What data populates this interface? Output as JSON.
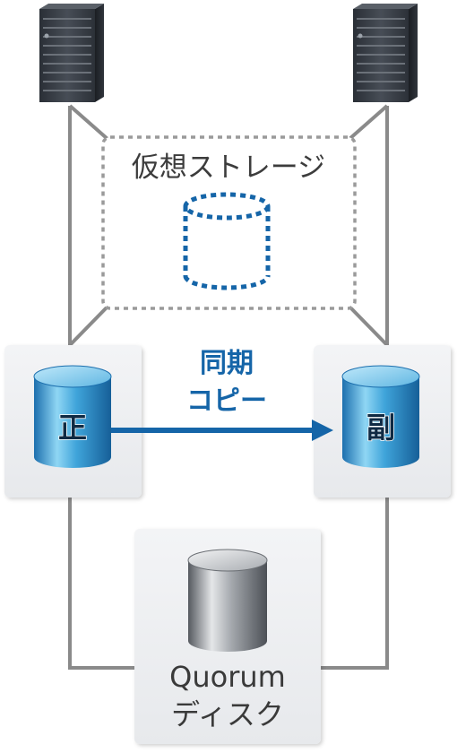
{
  "virtual_storage": {
    "label": "仮想ストレージ"
  },
  "sync_copy": {
    "line1": "同期",
    "line2": "コピー"
  },
  "primary_storage": {
    "label": "正"
  },
  "secondary_storage": {
    "label": "副"
  },
  "quorum_disk": {
    "line1": "Quorum",
    "line2": "ディスク"
  },
  "colors": {
    "accent_blue": "#1565a8",
    "line_gray": "#8a8a8a",
    "panel_bg": "#eef0f3",
    "dashed_gray": "#9a9a9a"
  }
}
